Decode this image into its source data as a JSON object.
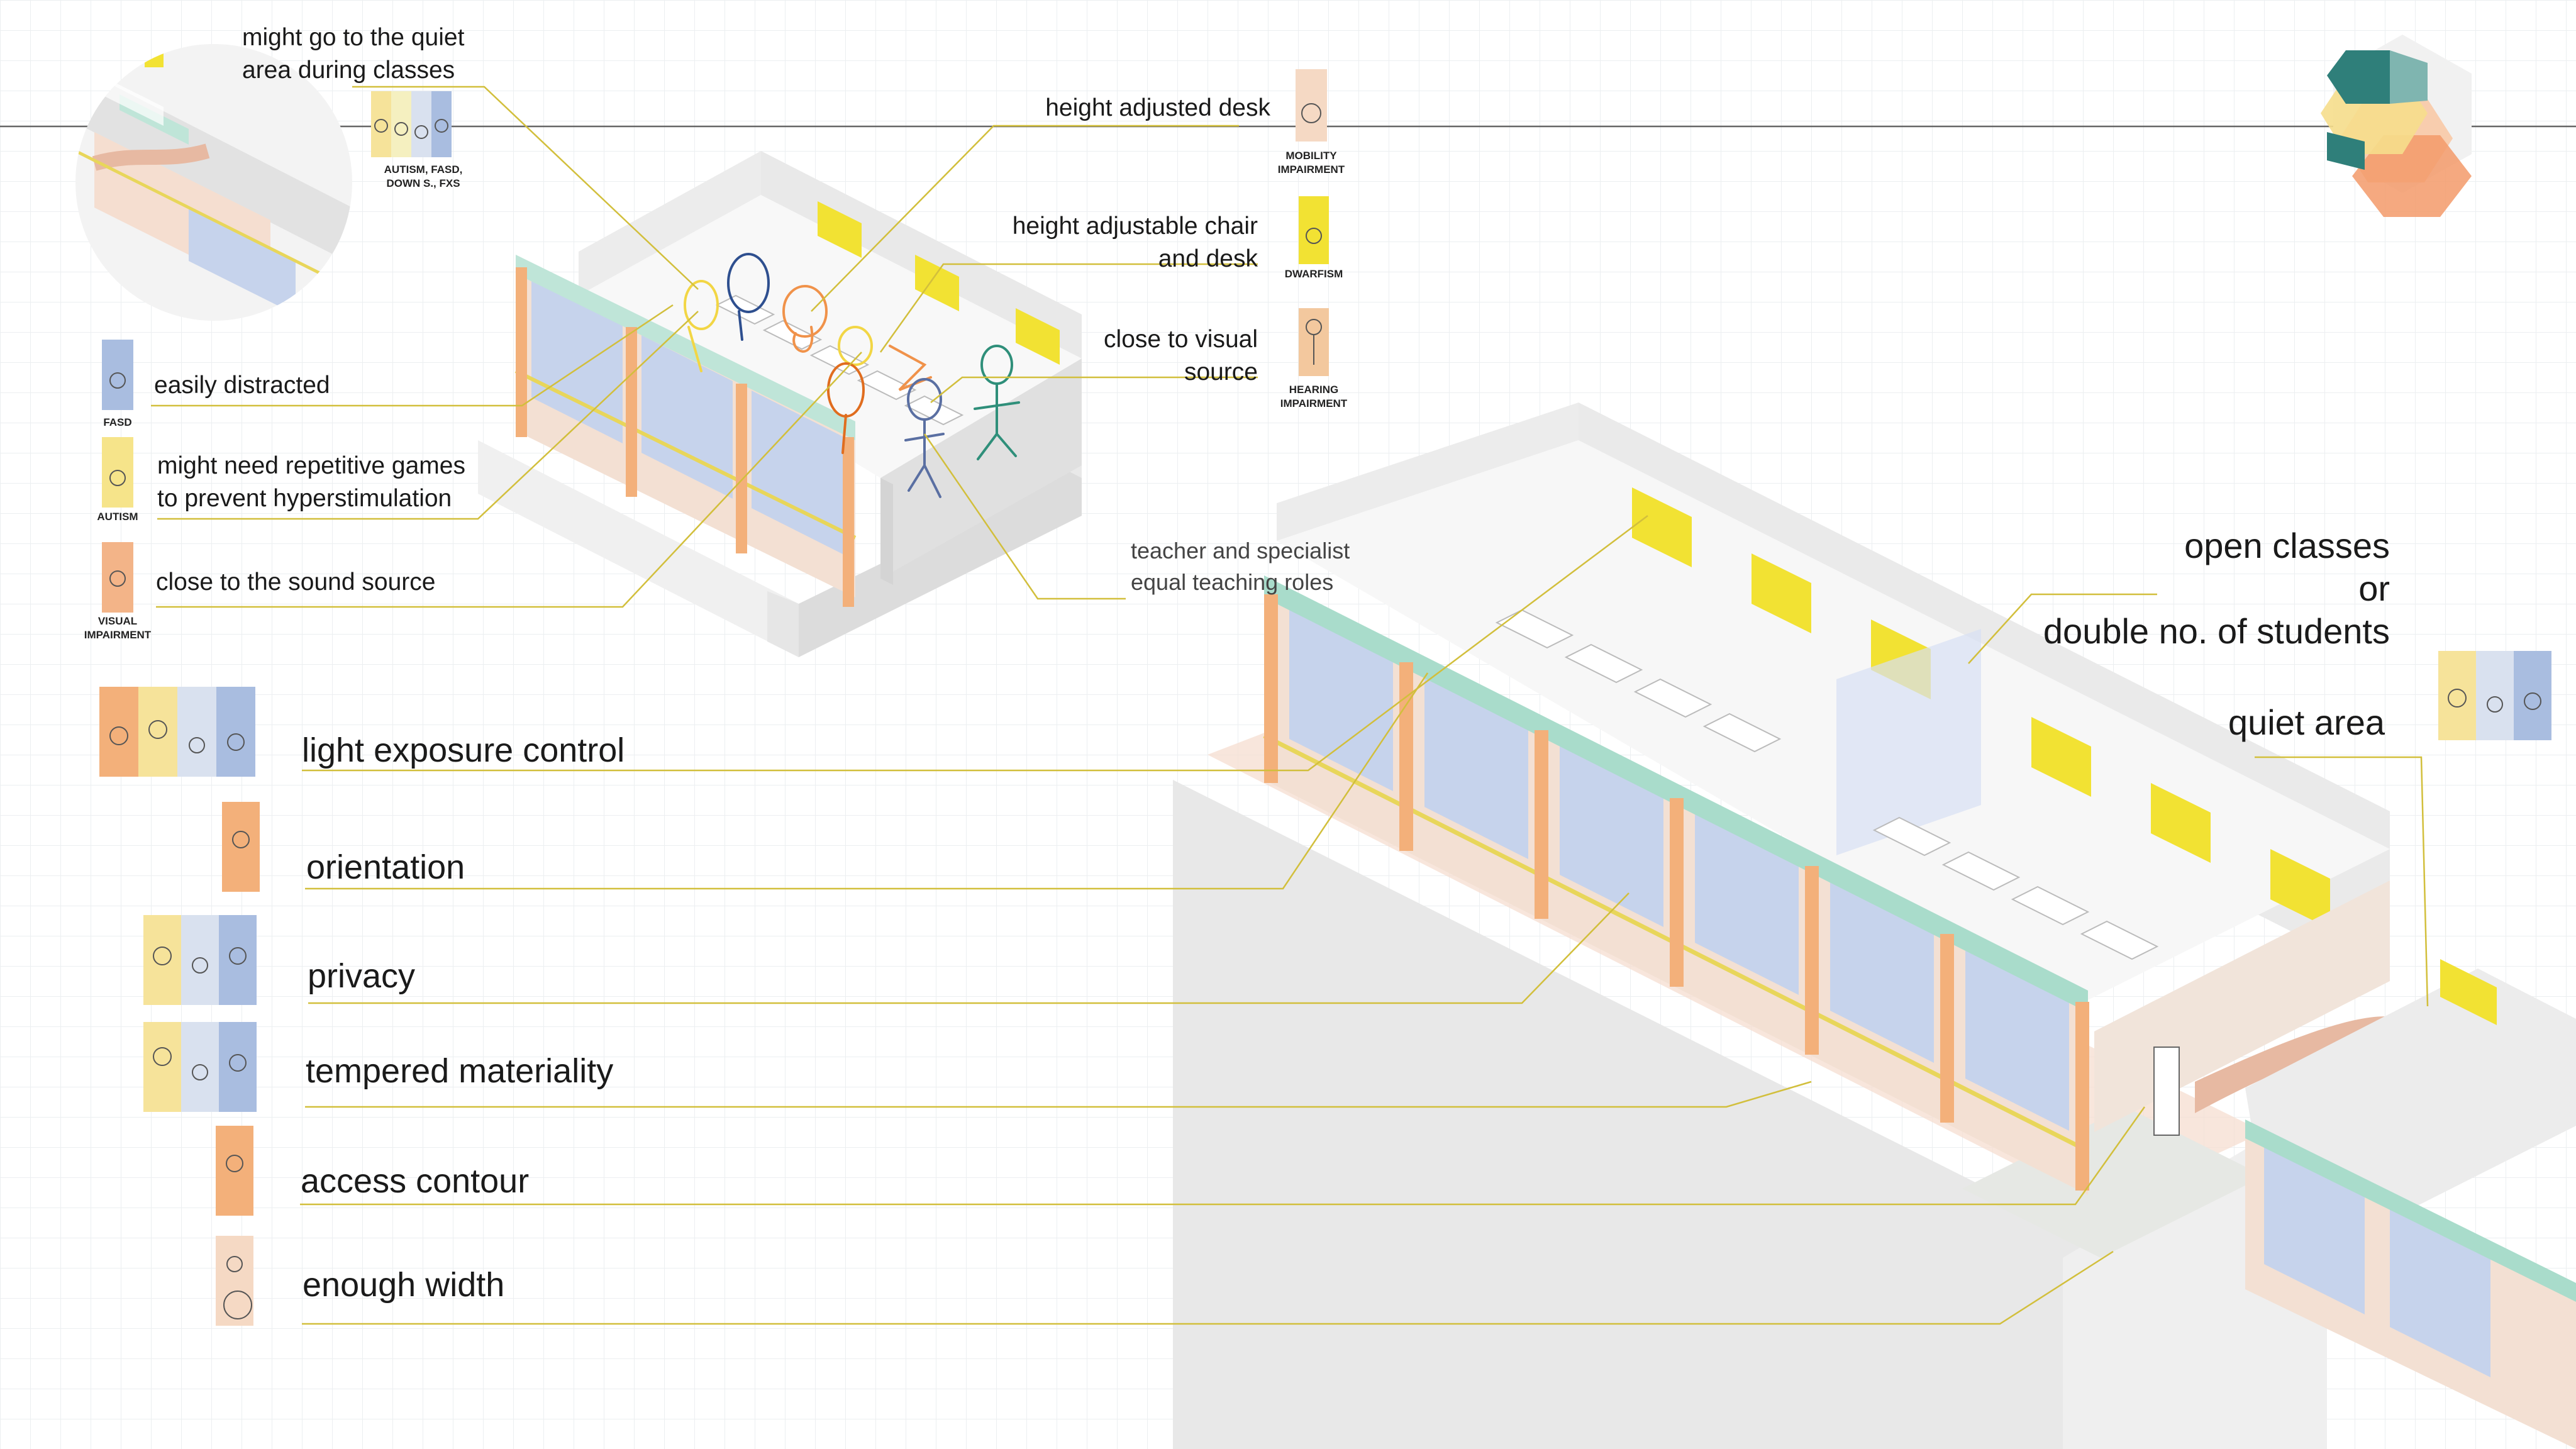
{
  "colors": {
    "line": "#d2bf3c",
    "yellow": "#f2e233",
    "blue": "#a9bde0",
    "teal": "#a9dccb",
    "peach": "#f5d9c4",
    "orange": "#f3b07a",
    "wall": "#e6e6e6",
    "grid": "#eceff1"
  },
  "logo": {
    "icon": "stacked-cubes-logo"
  },
  "callouts": {
    "quiet_area": [
      "might go to the quiet",
      "area during classes"
    ],
    "height_desk": "height adjusted desk",
    "chair_desk": [
      "height adjustable chair",
      "and desk"
    ],
    "visual_source": [
      "close to visual",
      "source"
    ],
    "teacher": [
      "teacher and specialist",
      "equal teaching roles"
    ],
    "easily_distracted": "easily distracted",
    "repetitive_games": [
      "might need repetitive games",
      "to prevent hyperstimulation"
    ],
    "sound_source": "close to the sound source"
  },
  "condition_captions": {
    "autism_group": [
      "AUTISM, FASD,",
      "DOWN S., FXS"
    ],
    "mobility": [
      "MOBILITY",
      "IMPAIRMENT"
    ],
    "dwarfism": "DWARFISM",
    "hearing": [
      "HEARING",
      "IMPAIRMENT"
    ],
    "fasd": "FASD",
    "autism": "AUTISM",
    "visual": [
      "VISUAL",
      "IMPAIRMENT"
    ]
  },
  "right_labels": {
    "open_classes": [
      "open classes",
      "or",
      "double no. of students"
    ],
    "quiet_area": "quiet area"
  },
  "legend": [
    {
      "label": "light exposure control",
      "icon": "four-children-icon"
    },
    {
      "label": "orientation",
      "icon": "visual-impairment-child-icon"
    },
    {
      "label": "privacy",
      "icon": "three-children-icon"
    },
    {
      "label": "tempered materiality",
      "icon": "three-children-icon"
    },
    {
      "label": "access contour",
      "icon": "visual-impairment-child-icon"
    },
    {
      "label": "enough width",
      "icon": "wheelchair-child-icon"
    }
  ]
}
